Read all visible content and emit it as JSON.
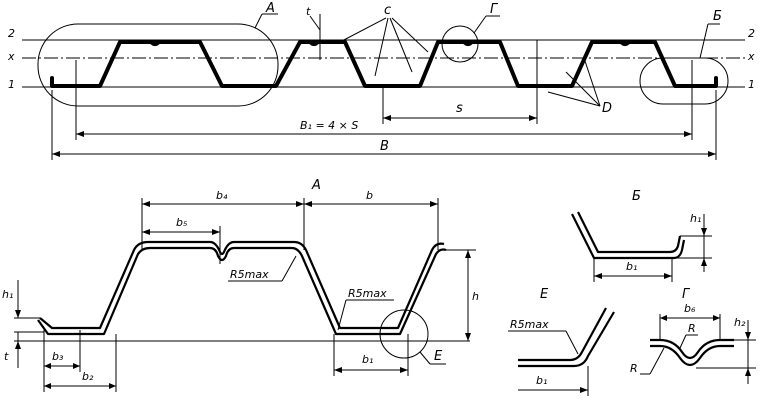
{
  "top_view": {
    "line_labels_left": [
      "2",
      "x",
      "1"
    ],
    "line_labels_right": [
      "2",
      "x",
      "1"
    ],
    "callout_A": "А",
    "callout_B": "Б",
    "callout_G": "Г",
    "label_t": "t",
    "label_c": "c",
    "label_D": "D",
    "label_s": "s",
    "label_B1": "B₁ = 4 × S",
    "label_B": "B"
  },
  "detail_A": {
    "title": "А",
    "b4": "b₄",
    "b": "b",
    "b5": "b₅",
    "r5max_top": "R5max",
    "r5max_bottom": "R5max",
    "h1": "h₁",
    "h": "h",
    "t": "t",
    "b3": "b₃",
    "b2": "b₂",
    "b1": "b₁",
    "E": "Е"
  },
  "detail_B": {
    "title": "Б",
    "h1": "h₁",
    "b1": "b₁"
  },
  "detail_E": {
    "title": "Е",
    "r5max": "R5max",
    "b1": "b₁"
  },
  "detail_G": {
    "title": "Г",
    "b6": "b₆",
    "R_top": "R",
    "R_side": "R",
    "h2": "h₂"
  }
}
